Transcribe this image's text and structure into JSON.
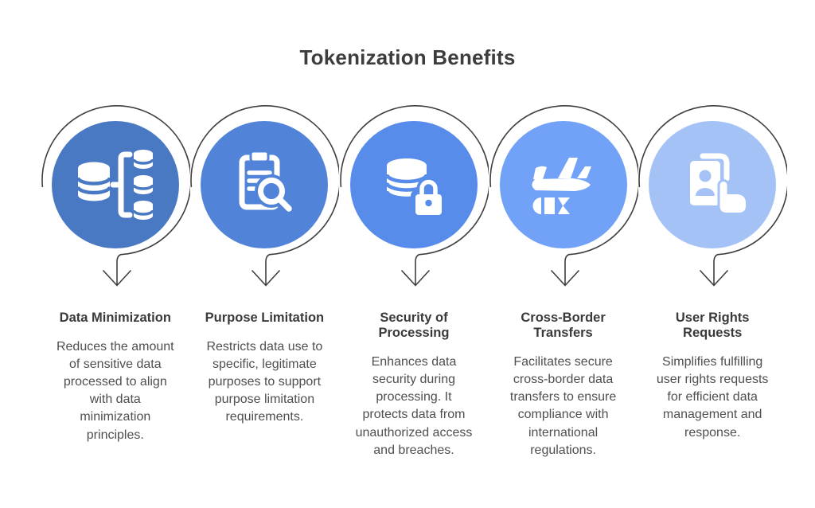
{
  "title": "Tokenization Benefits",
  "benefits": [
    {
      "title": "Data Minimization",
      "description": "Reduces the amount of sensitive data processed to align with data minimization principles.",
      "icon": "database-branch-icon",
      "circle_color": "#4a79c4"
    },
    {
      "title": "Purpose Limitation",
      "description": "Restricts data use to specific, legitimate purposes to support purpose limitation requirements.",
      "icon": "clipboard-magnifier-icon",
      "circle_color": "#5184d8"
    },
    {
      "title": "Security of Processing",
      "description": "Enhances data security during processing. It protects data from unauthorized access and breaches.",
      "icon": "database-lock-icon",
      "circle_color": "#578ceb"
    },
    {
      "title": "Cross-Border Transfers",
      "description": "Facilitates secure cross-border data transfers to ensure compliance with international regulations.",
      "icon": "airplane-transfer-icon",
      "circle_color": "#72a2f7"
    },
    {
      "title": "User Rights Requests",
      "description": "Simplifies fulfilling user rights requests for efficient data management and response.",
      "icon": "id-card-hand-icon",
      "circle_color": "#a5c2f7"
    }
  ],
  "colors": {
    "background": "#ffffff",
    "outline_and_arrow": "#3f3f3f",
    "title_text": "#3d3d3d",
    "heading_text": "#3a3a3a",
    "body_text": "#4f4f4f",
    "icon_glyph": "#ffffff"
  }
}
